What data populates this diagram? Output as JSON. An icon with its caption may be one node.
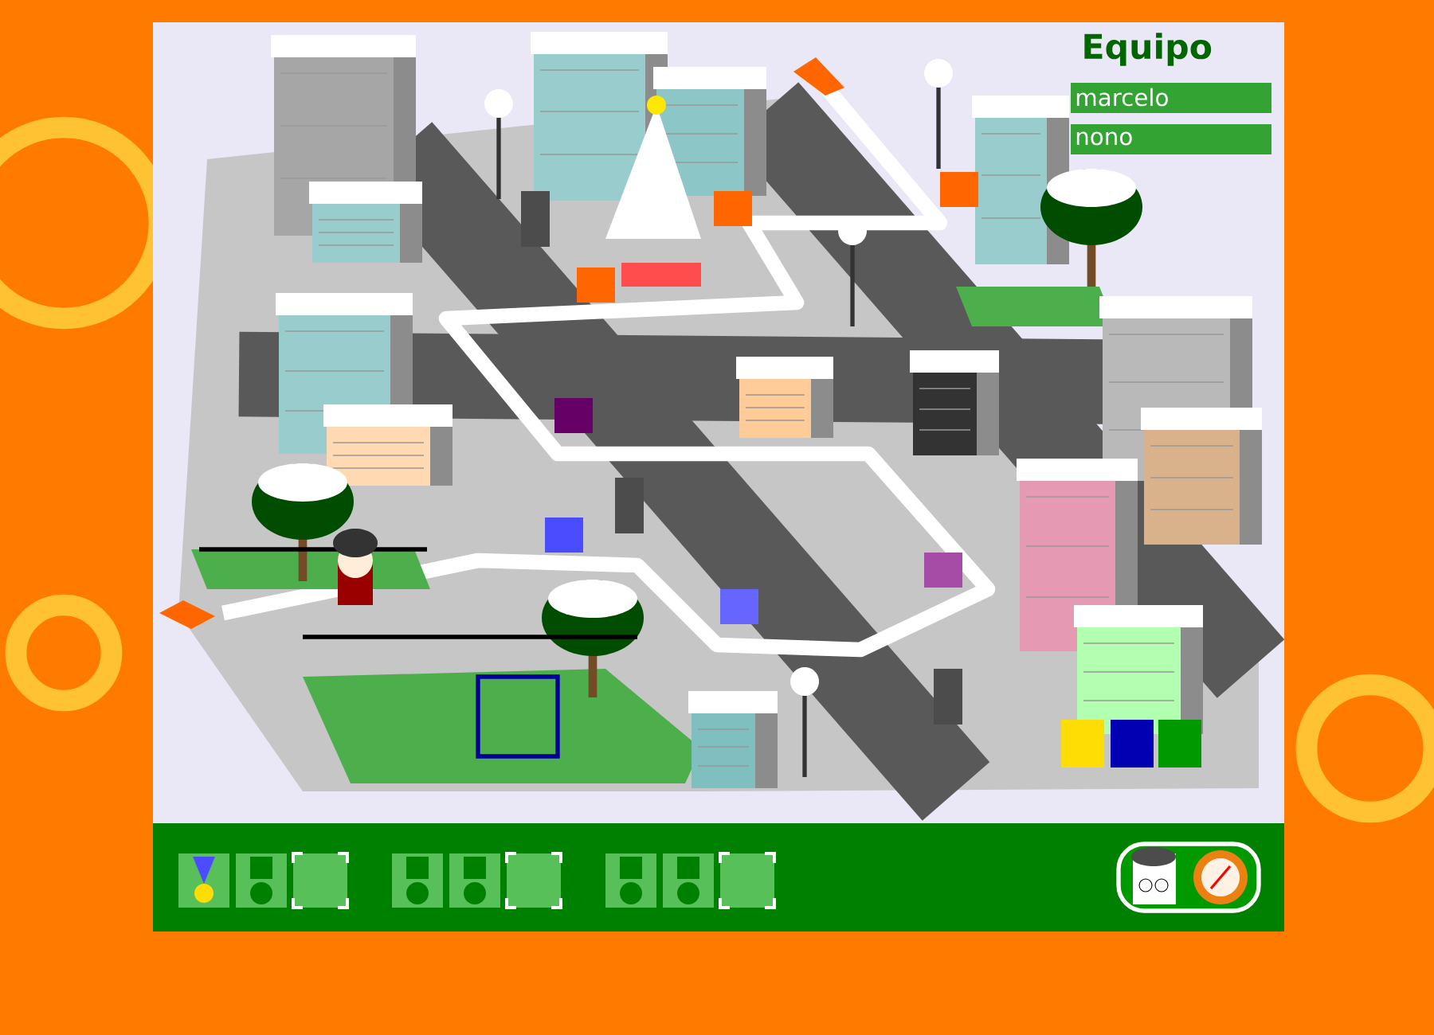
{
  "diagram": {
    "title": "Equipo",
    "labels": [
      "marcelo",
      "nono"
    ]
  }
}
